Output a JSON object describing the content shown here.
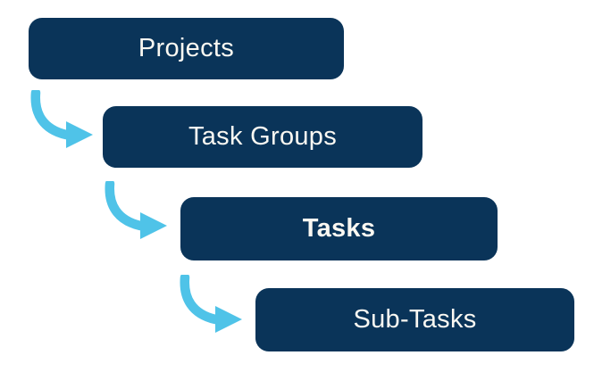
{
  "diagram": {
    "type": "hierarchy-flow",
    "background_color": "#FFFFFF",
    "levels": [
      {
        "label": "Projects",
        "bold": false
      },
      {
        "label": "Task Groups",
        "bold": false
      },
      {
        "label": "Tasks",
        "bold": true
      },
      {
        "label": "Sub-Tasks",
        "bold": false
      }
    ],
    "connector": {
      "icon": "curved-down-right-arrow-icon",
      "count": 3,
      "color": "#4FC3E8"
    },
    "colors": {
      "box_fill": "#0A3459",
      "label_text": "#FAF8F2",
      "arrow": "#4FC3E8"
    }
  }
}
